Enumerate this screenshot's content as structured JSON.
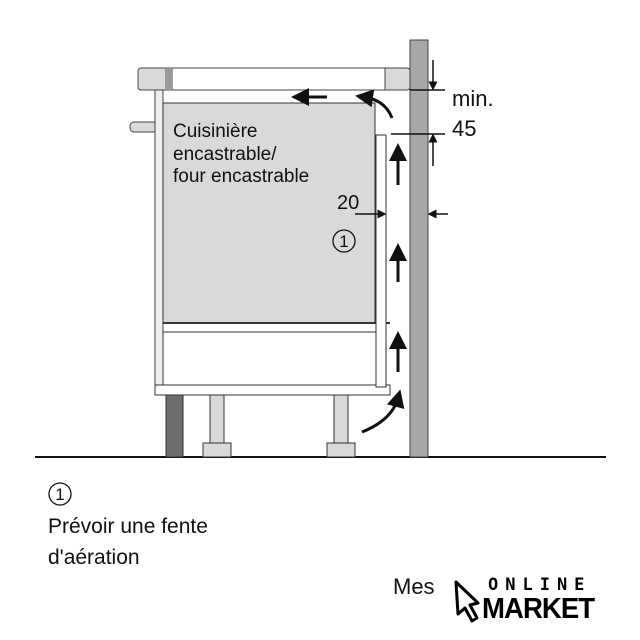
{
  "diagram": {
    "appliance_label": [
      "Cuisinière",
      "encastrable/",
      "four encastrable"
    ],
    "dimension_gap_top": [
      "min.",
      "45"
    ],
    "dimension_gap_side": "20",
    "callout_marker": "1",
    "legend": {
      "marker": "1",
      "text": [
        "Prévoir une fente",
        "d'aération"
      ]
    },
    "footer_text_partial": "Mes"
  },
  "watermark": {
    "line1": "ONLINE",
    "line2": "MARKET"
  },
  "colors": {
    "panel_gray": "#d9d9d9",
    "wall_gray": "#a8a8a8",
    "plinth_dark": "#6e6e6e",
    "stroke": "#222222"
  }
}
